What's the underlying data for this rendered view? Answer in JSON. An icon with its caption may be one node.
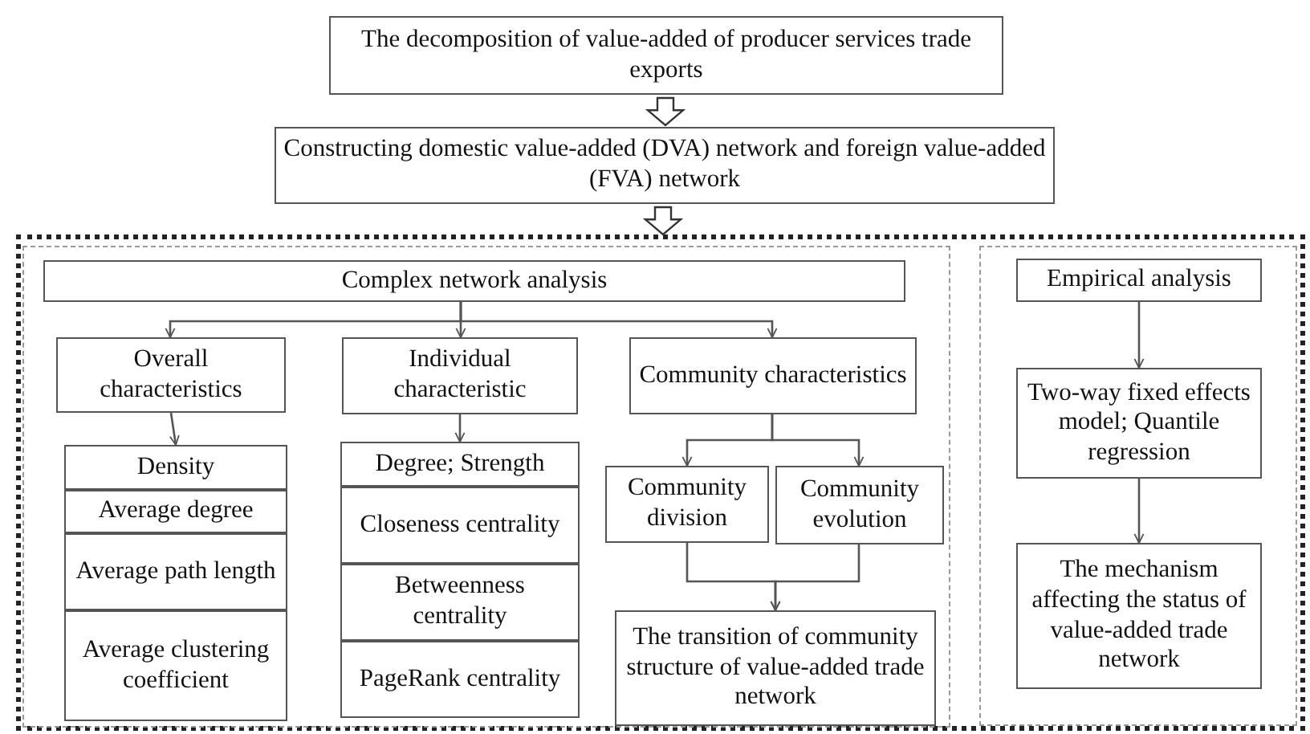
{
  "diagram": {
    "nodes": [
      {
        "text": [
          "The decomposition of value-added of producer services trade exports"
        ]
      },
      {
        "text": [
          "Constructing domestic value-added (DVA) network and foreign value-added (FVA) network"
        ]
      },
      {
        "text": [],
        "shape": "box"
      },
      {
        "text": [],
        "shape": "box",
        "in": 2
      },
      {
        "text": [],
        "shape": "box",
        "in": 2
      },
      {
        "text": [
          "Complex network analysis"
        ],
        "in": 3
      },
      {
        "text": [
          "Overall characteristics"
        ],
        "in": 3
      },
      {
        "text": [
          "Density"
        ],
        "in": 3
      },
      {
        "text": [
          "Average degree"
        ],
        "in": 3
      },
      {
        "text": [
          "Average path length"
        ],
        "in": 3
      },
      {
        "text": [
          "Average clustering coefficient"
        ],
        "in": 3
      },
      {
        "text": [
          "Individual characteristic"
        ],
        "in": 3
      },
      {
        "text": [
          "Degree; Strength"
        ],
        "in": 3
      },
      {
        "text": [
          "Closeness centrality"
        ],
        "in": 3
      },
      {
        "text": [
          "Betweenness centrality"
        ],
        "in": 3
      },
      {
        "text": [
          "PageRank centrality"
        ],
        "in": 3
      },
      {
        "text": [
          "Community characteristics"
        ],
        "in": 3
      },
      {
        "text": [
          "Community division"
        ],
        "in": 3
      },
      {
        "text": [
          "Community evolution"
        ],
        "in": 3
      },
      {
        "text": [
          "The transition of community structure of value-added trade network"
        ],
        "in": 3
      },
      {
        "text": [
          "Empirical analysis"
        ],
        "in": 4
      },
      {
        "text": [
          "Two-way fixed effects model; Quantile regression"
        ],
        "in": 4
      },
      {
        "text": [
          "The mechanism affecting the status of value-added trade network"
        ],
        "in": 4
      }
    ],
    "edges": [
      {
        "from": 0,
        "to": 1,
        "arrow": "to"
      },
      {
        "from": 1,
        "to": 2,
        "arrow": "to"
      },
      {
        "from": 5,
        "to": 6,
        "arrow": "to"
      },
      {
        "from": 5,
        "to": 11,
        "arrow": "to"
      },
      {
        "from": 5,
        "to": 16,
        "arrow": "to"
      },
      {
        "from": 6,
        "to": 7,
        "arrow": "to"
      },
      {
        "from": 11,
        "to": 12,
        "arrow": "to"
      },
      {
        "from": 16,
        "to": 17,
        "arrow": "to"
      },
      {
        "from": 16,
        "to": 18,
        "arrow": "to"
      },
      {
        "from": 17,
        "to": 19,
        "arrow": "to"
      },
      {
        "from": 18,
        "to": 19,
        "arrow": "to"
      },
      {
        "from": 20,
        "to": 21,
        "arrow": "to"
      },
      {
        "from": 21,
        "to": 22,
        "arrow": "to"
      }
    ]
  }
}
